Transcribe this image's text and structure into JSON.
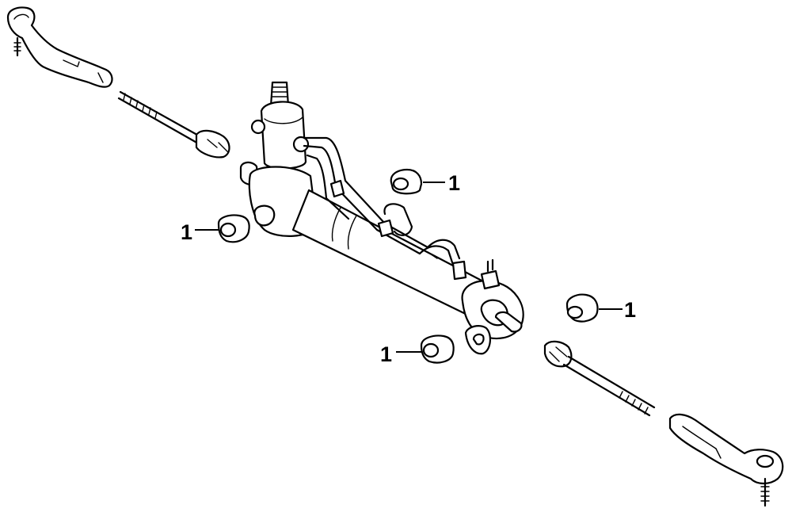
{
  "callouts": [
    {
      "id": "bushing-upper-right",
      "label": "1"
    },
    {
      "id": "bushing-left",
      "label": "1"
    },
    {
      "id": "bushing-right",
      "label": "1"
    },
    {
      "id": "bushing-lower-center",
      "label": "1"
    }
  ]
}
